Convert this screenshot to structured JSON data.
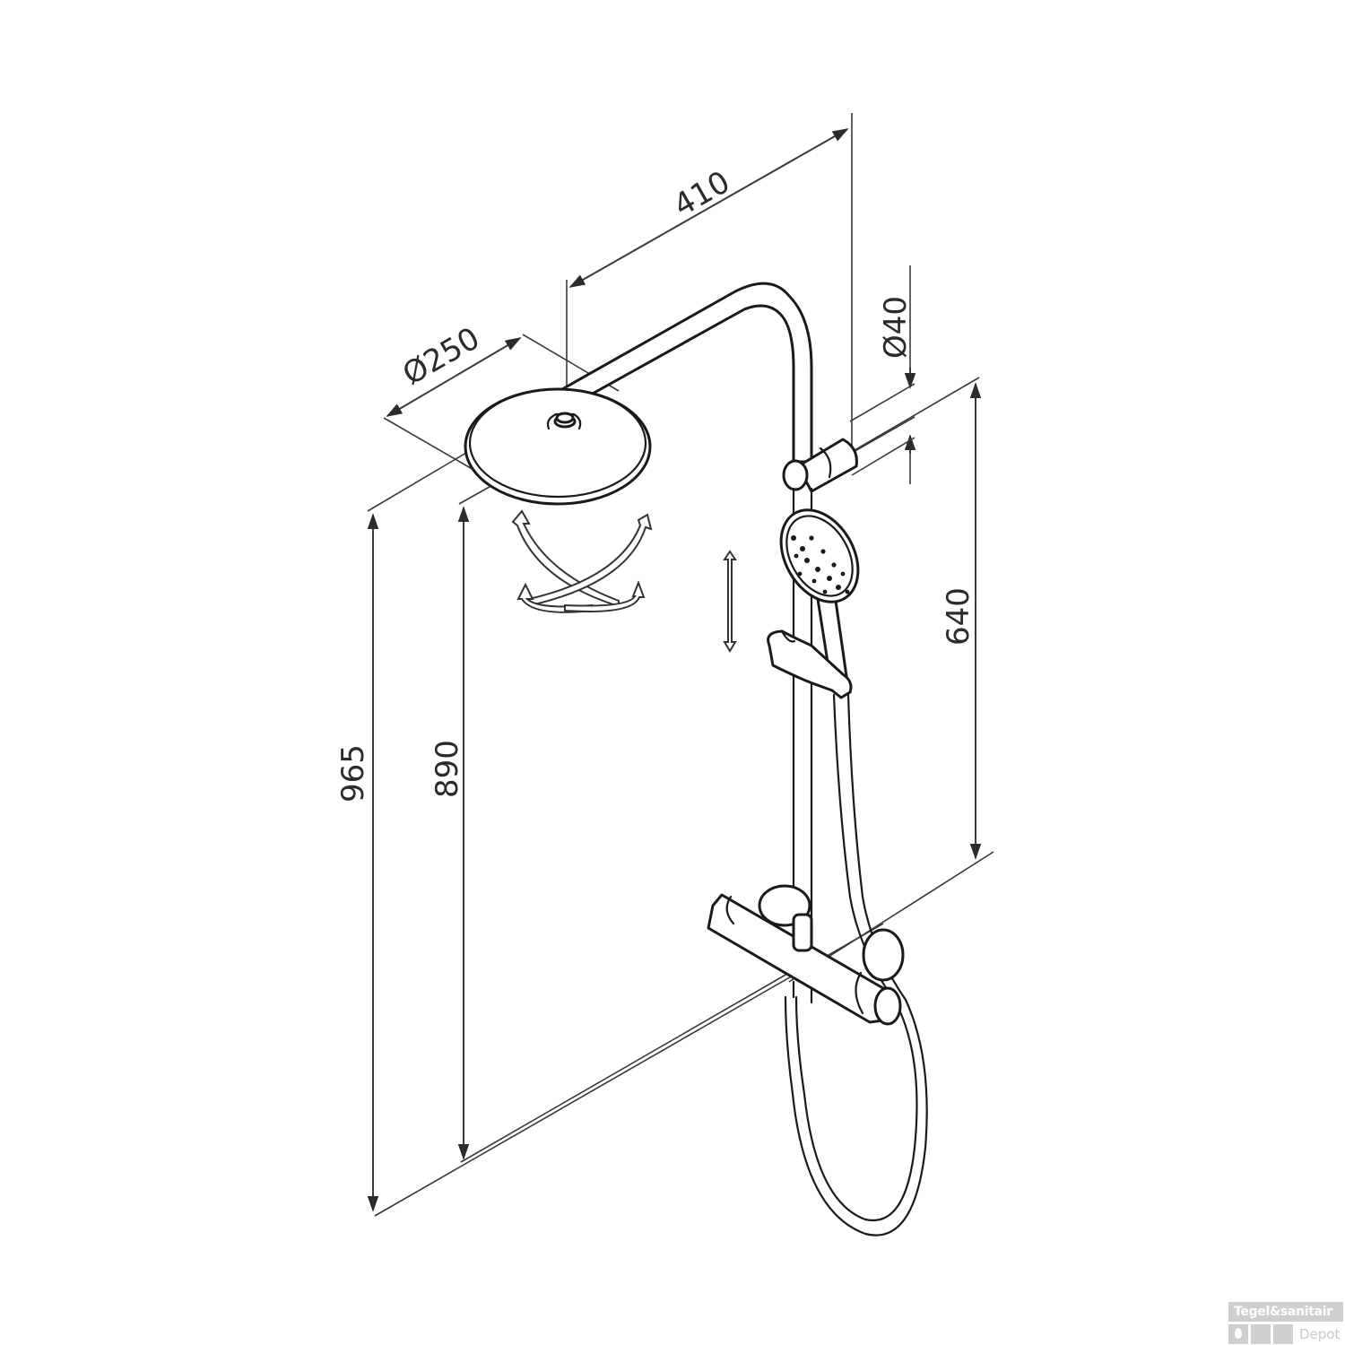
{
  "diagram": {
    "subject": "Thermostatic shower set dimension drawing",
    "dimensions": {
      "head_arm_length": "410",
      "head_diameter": "Ø250",
      "rail_clamp_diameter": "Ø40",
      "rail_height": "640",
      "head_height_total": "965",
      "head_height_underside": "890"
    },
    "annotations": {
      "head_rotation": "rotation-arrows",
      "handshower_slide": "vertical-slide-arrow"
    },
    "colors": {
      "line": "#1a1a1a",
      "dimension": "#3a3a3a",
      "background": "#ffffff",
      "watermark": "#cfcfcf"
    }
  },
  "watermark": {
    "line1": "Tegel&sanitair",
    "line2": "Depot"
  }
}
